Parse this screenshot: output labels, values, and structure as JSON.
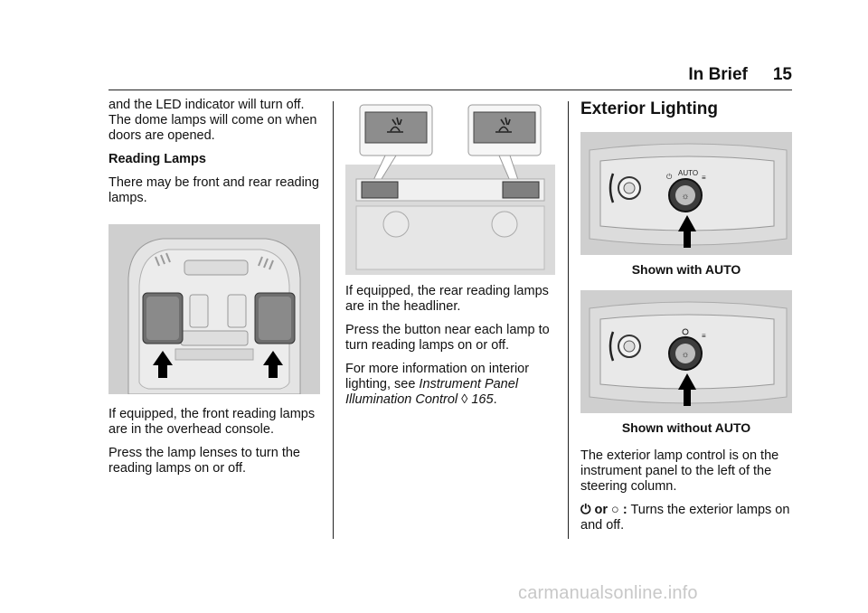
{
  "header": {
    "section": "In Brief",
    "page_number": "15"
  },
  "col1": {
    "intro": "and the LED indicator will turn off. The dome lamps will come on when doors are opened.",
    "heading": "Reading Lamps",
    "p1": "There may be front and rear reading lamps.",
    "p2": "If equipped, the front reading lamps are in the overhead console.",
    "p3": "Press the lamp lenses to turn the reading lamps on or off."
  },
  "col2": {
    "p1": "If equipped, the rear reading lamps are in the headliner.",
    "p2": "Press the button near each lamp to turn reading lamps on or off.",
    "p3_prefix": "For more information on interior lighting, see",
    "p3_link": "Instrument Panel Illumination Control",
    "p3_ref_symbol": "◊",
    "p3_page": "165",
    "p3_suffix": "."
  },
  "col3": {
    "heading": "Exterior Lighting",
    "caption1": "Shown with AUTO",
    "caption2": "Shown without AUTO",
    "p1": "The exterior lamp control is on the instrument panel to the left of the steering column.",
    "p2_or": "or",
    "p2_colon": ":",
    "p2_text": "Turns the exterior lamps on and off.",
    "knob_auto_label": "AUTO"
  },
  "watermark": "carmanualsonline.info",
  "colors": {
    "text": "#111111",
    "figure_bg": "#cfcfcf",
    "watermark": "#c8c8c8"
  }
}
